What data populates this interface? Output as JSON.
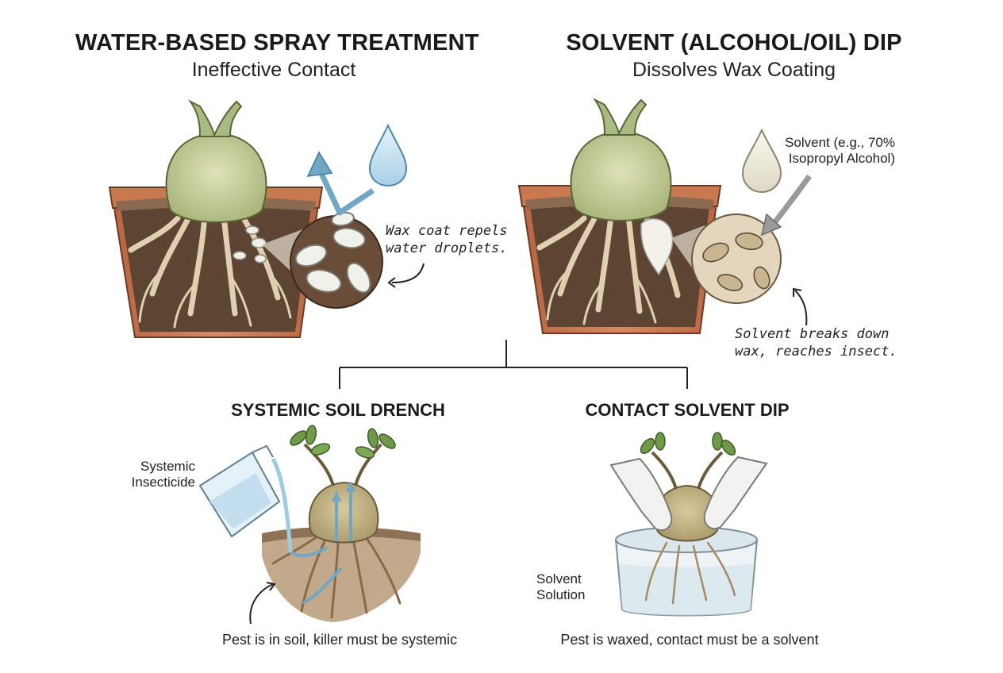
{
  "panels": {
    "water_spray": {
      "title": "WATER-BASED SPRAY TREATMENT",
      "subtitle": "Ineffective Contact",
      "callout": [
        "Wax coat repels",
        "water droplets."
      ]
    },
    "solvent_dip": {
      "title": "SOLVENT (ALCOHOL/OIL) DIP",
      "subtitle": "Dissolves Wax Coating",
      "solvent_label": [
        "Solvent (e.g., 70%",
        "Isopropyl Alcohol)"
      ],
      "callout": [
        "Solvent breaks down",
        "wax, reaches insect."
      ]
    },
    "soil_drench": {
      "title": "SYSTEMIC SOIL DRENCH",
      "label": [
        "Systemic",
        "Insecticide"
      ],
      "caption": "Pest is in soil, killer must be systemic"
    },
    "contact_dip": {
      "title": "CONTACT SOLVENT DIP",
      "label": [
        "Solvent",
        "Solution"
      ],
      "caption": "Pest is waxed, contact must be a solvent"
    }
  },
  "colors": {
    "pot": "#c9764f",
    "pot_dark": "#a85b3a",
    "soil": "#6b4e37",
    "caudex": "#c9cf9e",
    "caudex_top": "#9fb57a",
    "root": "#d8c7a8",
    "water": "#bfdcec",
    "mealybug": "#eeeeea",
    "leaf": "#6f9a4a"
  }
}
